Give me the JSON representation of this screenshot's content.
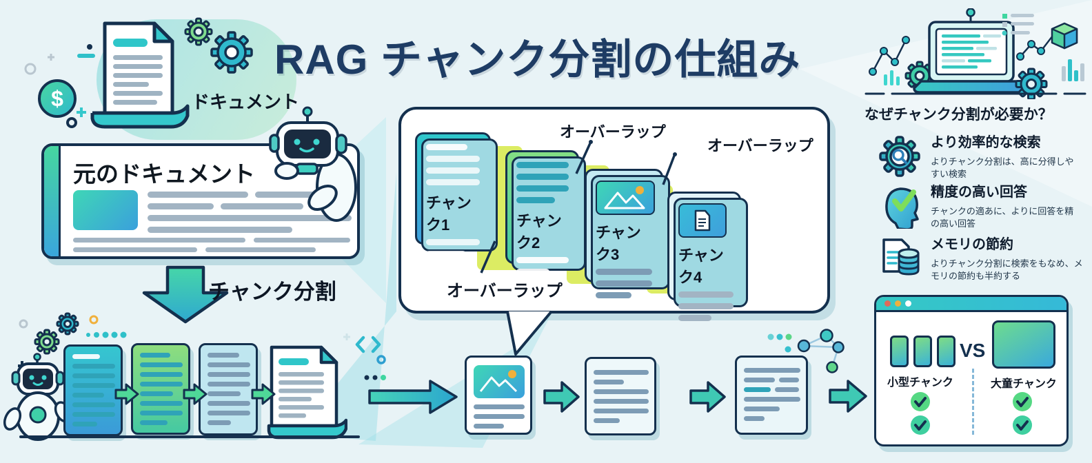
{
  "title": "RAG チャンク分割の仕組み",
  "source": {
    "doc_label": "ドキュメント",
    "card_title": "元のドキュメント"
  },
  "split_label": "チャンク分割",
  "bubble": {
    "chunk1": "チャンク1",
    "chunk2": "チャンク2",
    "chunk3": "チャンク3",
    "chunk4": "チャンク4",
    "overlap_top1": "オーバーラップ",
    "overlap_top2": "オーバーラップ",
    "overlap_bottom": "オーバーラップ"
  },
  "why": {
    "heading": "なぜチャンク分割が必要か？",
    "items": [
      {
        "icon": "gear-search-icon",
        "title": "より効率的な検索",
        "desc": "よりチャンク分割は、高に分得しやすい検索"
      },
      {
        "icon": "head-check-icon",
        "title": "精度の高い回答",
        "desc": "チャンクの適あに、よりに回答を精の高い回答"
      },
      {
        "icon": "document-database-icon",
        "title": "メモリの節約",
        "desc": "よりチャンク分割に検索をもなめ、メモリの節約も半約する"
      }
    ]
  },
  "comparison": {
    "small_label": "小型チャンク",
    "vs_label": "VS",
    "large_label": "大童チャンク"
  },
  "colors": {
    "background": "#e8f3f6",
    "navy": "#16314f",
    "teal": "#2fc4c9",
    "green": "#5fd687",
    "lime_overlap": "#dcec63",
    "title_navy": "#1e3c64",
    "accent_orange": "#f0b03c"
  }
}
